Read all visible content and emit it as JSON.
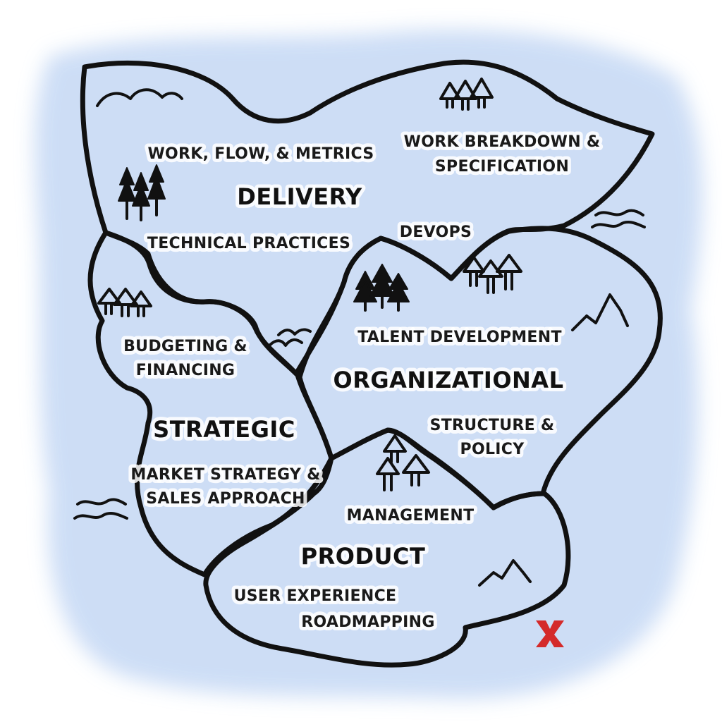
{
  "regions": {
    "delivery": {
      "title": "DELIVERY",
      "color": "#f6f081",
      "labels": {
        "work_flow_metrics": "WORK, FLOW, & METRICS",
        "work_breakdown_1": "WORK BREAKDOWN &",
        "work_breakdown_2": "SPECIFICATION",
        "technical_practices": "TECHNICAL PRACTICES",
        "devops": "DEVOPS"
      }
    },
    "strategic": {
      "title": "STRATEGIC",
      "color": "#f0a39c",
      "labels": {
        "budgeting_1": "BUDGETING &",
        "budgeting_2": "FINANCING",
        "market_1": "MARKET STRATEGY &",
        "market_2": "SALES APPROACH"
      }
    },
    "organizational": {
      "title": "ORGANIZATIONAL",
      "color": "#55a86a",
      "labels": {
        "talent_development": "TALENT DEVELOPMENT",
        "structure_1": "STRUCTURE &",
        "structure_2": "POLICY"
      }
    },
    "product": {
      "title": "PRODUCT",
      "color": "#ad8fe0",
      "labels": {
        "management": "MANAGEMENT",
        "user_experience": "USER EXPERIENCE",
        "roadmapping": "ROADMAPPING"
      }
    }
  },
  "water_color": "#c8daf5",
  "ink_color": "#111111",
  "logo_color": "#d42a2a",
  "icons": [
    "hills-icon",
    "trees-icon",
    "waves-icon",
    "birds-icon",
    "mountain-icon",
    "logo-icon"
  ]
}
